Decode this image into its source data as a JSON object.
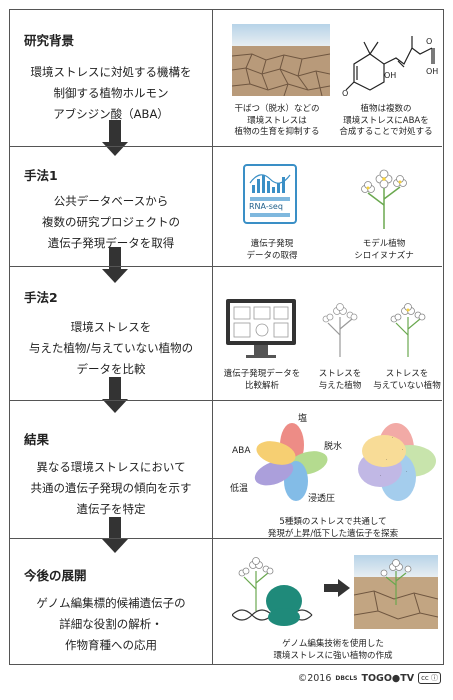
{
  "sections": [
    {
      "title": "研究背景",
      "lines": [
        "環境ストレスに対処する機構を",
        "制御する植物ホルモン",
        "アブシジン酸（ABA）"
      ],
      "captions": [
        [
          "干ばつ（脱水）などの",
          "環境ストレスは",
          "植物の生育を抑制する"
        ],
        [
          "植物は複数の",
          "環境ストレスにABAを",
          "合成することで対処する"
        ]
      ]
    },
    {
      "title": "手法1",
      "lines": [
        "公共データベースから",
        "複数の研究プロジェクトの",
        "遺伝子発現データを取得"
      ],
      "captions": [
        [
          "遺伝子発現",
          "データの取得"
        ],
        [
          "モデル植物",
          "シロイヌナズナ"
        ]
      ],
      "badge": "RNA-seq"
    },
    {
      "title": "手法2",
      "lines": [
        "環境ストレスを",
        "与えた植物/与えていない植物の",
        "データを比較"
      ],
      "captions": [
        [
          "遺伝子発現データを",
          "比較解析"
        ],
        [
          "ストレスを",
          "与えた植物"
        ],
        [
          "ストレスを",
          "与えていない植物"
        ]
      ]
    },
    {
      "title": "結果",
      "lines": [
        "異なる環境ストレスにおいて",
        "共通の遺伝子発現の傾向を示す",
        "遺伝子を特定"
      ],
      "captions": [
        [
          "5種類のストレスで共通して",
          "発現が上昇/低下した遺伝子を探索"
        ]
      ],
      "venn_labels": {
        "aba": "ABA",
        "salt": "塩",
        "dehydration": "脱水",
        "cold": "低温",
        "osmotic": "浸透圧"
      }
    },
    {
      "title": "今後の展開",
      "lines": [
        "ゲノム編集標的候補遺伝子の",
        "詳細な役割の解析・",
        "作物育種への応用"
      ],
      "captions": [
        [
          "ゲノム編集技術を使用した",
          "環境ストレスに強い植物の作成"
        ]
      ]
    }
  ],
  "chem": {
    "oh1": "OH",
    "oh2": "OH",
    "o1": "O",
    "o2": "O"
  },
  "footer": {
    "copyright": "©2016",
    "dbcls": "DBCLS",
    "togo": "TOGO",
    "tv": "TV"
  }
}
